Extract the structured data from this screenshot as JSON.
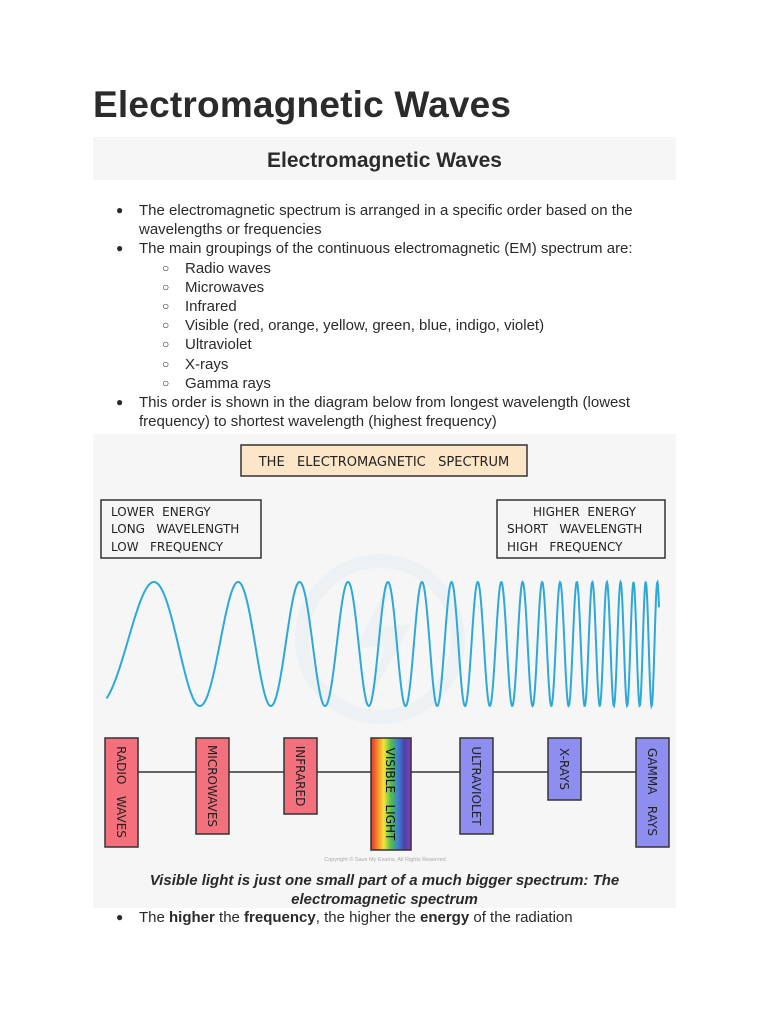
{
  "page_title": "Electromagnetic Waves",
  "section_title": "Electromagnetic Waves",
  "bullets": [
    {
      "text": "The electromagnetic spectrum is arranged in a specific order based on the wavelengths or frequencies"
    },
    {
      "text": "The main groupings of the continuous electromagnetic (EM) spectrum are:"
    }
  ],
  "sub_items": [
    "Radio waves",
    "Microwaves",
    "Infrared",
    "Visible (red, orange, yellow, green, blue, indigo, violet)",
    "Ultraviolet",
    "X-rays",
    "Gamma rays"
  ],
  "bullet_order": "This order is shown in the diagram below from longest wavelength (lowest frequency) to shortest wavelength (highest frequency)",
  "diagram": {
    "title": "THE   ELECTROMAGNETIC   SPECTRUM",
    "left_box": [
      "LOWER  ENERGY",
      "LONG   WAVELENGTH",
      "LOW   FREQUENCY"
    ],
    "right_box": [
      "HIGHER  ENERGY",
      "SHORT   WAVELENGTH",
      "HIGH   FREQUENCY"
    ],
    "bands": [
      {
        "label": "RADIO   WAVES",
        "color": "#f4707c"
      },
      {
        "label": "MICROWAVES",
        "color": "#f4707c"
      },
      {
        "label": "INFRARED",
        "color": "#f4707c"
      },
      {
        "label": "VISIBLE   LIGHT",
        "color": "rainbow"
      },
      {
        "label": "ULTRAVIOLET",
        "color": "#8e8ef0"
      },
      {
        "label": "X-RAYS",
        "color": "#8e8ef0"
      },
      {
        "label": "GAMMA   RAYS",
        "color": "#8e8ef0"
      }
    ],
    "copyright": "Copyright © Save My Exams. All Rights Reserved",
    "wave_color": "#2ea8d8"
  },
  "caption": "Visible light is just one small part of a much bigger spectrum: The electromagnetic spectrum",
  "bottom": {
    "p1": "The ",
    "w1": "higher",
    "p2": " the ",
    "w2": "frequency",
    "p3": ", the higher the ",
    "w3": "energy",
    "p4": " of the radiation"
  }
}
